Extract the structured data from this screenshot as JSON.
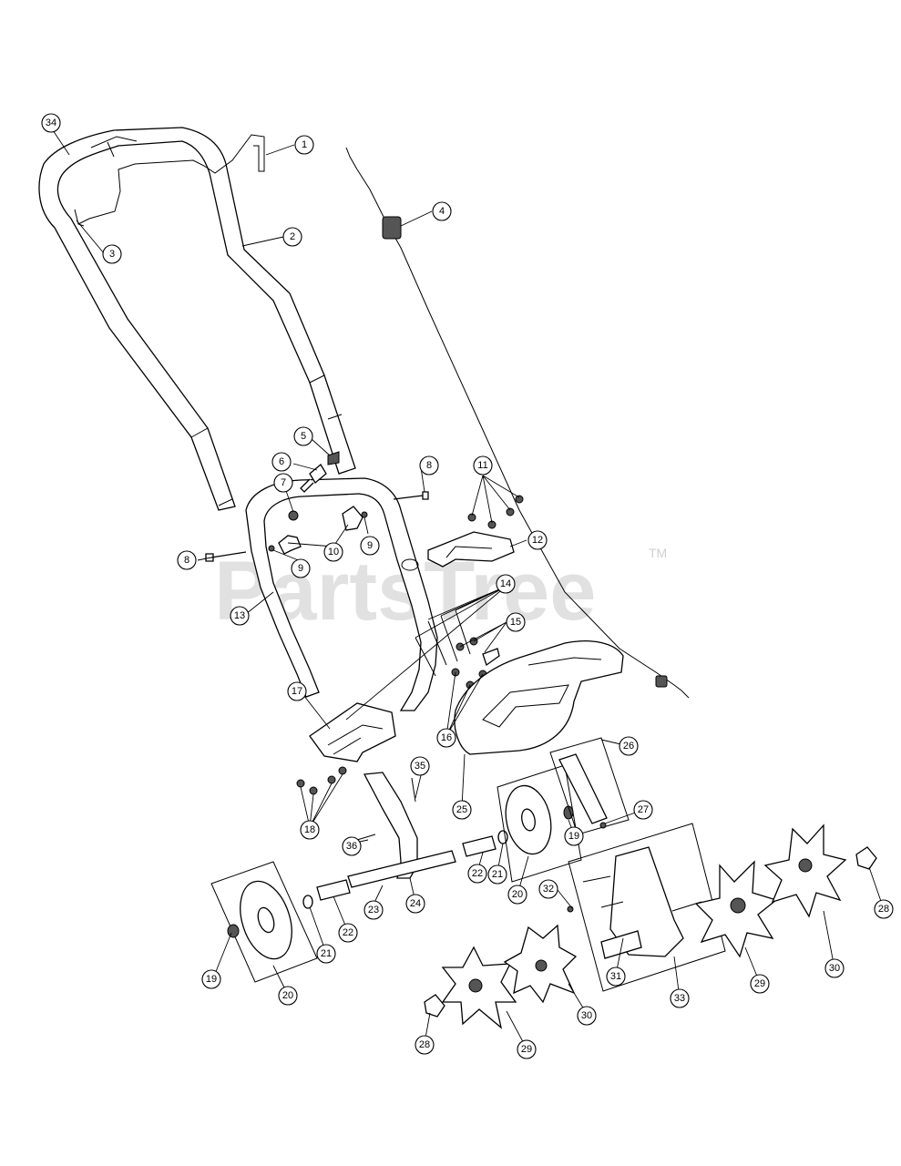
{
  "watermark": {
    "text": "PartsTree",
    "tm": "TM"
  },
  "callouts": {
    "c1": "1",
    "c2": "2",
    "c3": "3",
    "c4": "4",
    "c5": "5",
    "c6": "6",
    "c7": "7",
    "c8a": "8",
    "c8b": "8",
    "c9a": "9",
    "c9b": "9",
    "c10": "10",
    "c11": "11",
    "c12": "12",
    "c13": "13",
    "c14": "14",
    "c15": "15",
    "c16": "16",
    "c17": "17",
    "c18": "18",
    "c19a": "19",
    "c19b": "19",
    "c20a": "20",
    "c20b": "20",
    "c21a": "21",
    "c21b": "21",
    "c22a": "22",
    "c22b": "22",
    "c23": "23",
    "c24": "24",
    "c25": "25",
    "c26": "26",
    "c27": "27",
    "c28a": "28",
    "c28b": "28",
    "c29a": "29",
    "c29b": "29",
    "c30a": "30",
    "c30b": "30",
    "c31": "31",
    "c32": "32",
    "c33": "33",
    "c34": "34",
    "c35": "35",
    "c36": "36"
  }
}
